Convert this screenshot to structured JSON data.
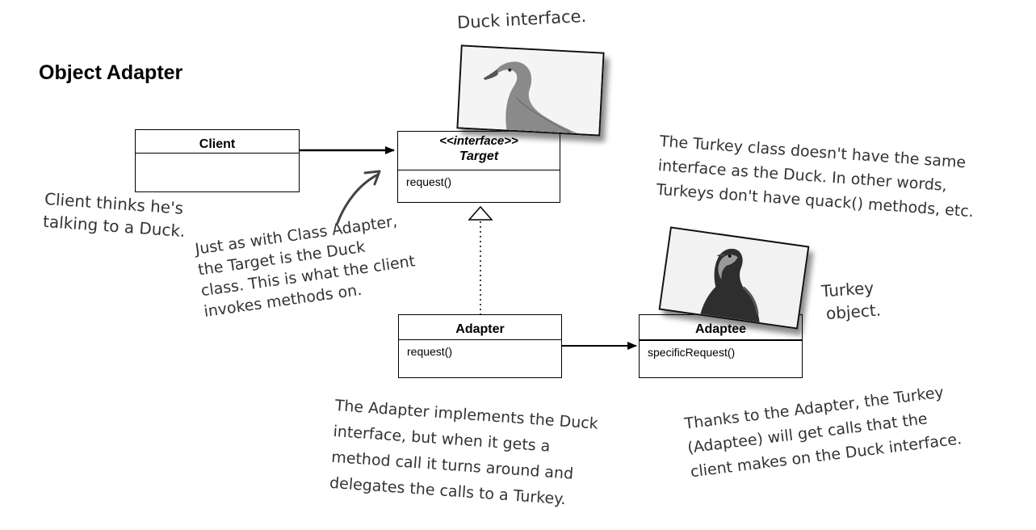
{
  "title": "Object Adapter",
  "classes": {
    "client": {
      "name": "Client"
    },
    "target": {
      "stereotype": "<<interface>>",
      "name": "Target",
      "method": "request()"
    },
    "adapter": {
      "name": "Adapter",
      "method": "request()"
    },
    "adaptee": {
      "name": "Adaptee",
      "method": "specificRequest()"
    }
  },
  "notes": {
    "duck_interface": [
      "Duck interface."
    ],
    "client_thinks": [
      "Client thinks he's",
      "talking to a Duck."
    ],
    "class_adapter": [
      "Just as with Class Adapter,",
      "the Target is the Duck",
      "class. This is what the client",
      "invokes methods on."
    ],
    "turkey_class": [
      "The Turkey class doesn't have the same",
      "interface as the Duck. In other words,",
      "Turkeys don't have quack() methods, etc."
    ],
    "turkey_object": [
      "Turkey",
      "object."
    ],
    "adapter_implements": [
      "The Adapter implements the Duck",
      "interface, but when it gets a",
      "method call it turns around and",
      "delegates the calls to a Turkey."
    ],
    "thanks_adapter": [
      "Thanks to the Adapter, the Turkey",
      "(Adaptee) will get calls that the",
      "client makes on the Duck interface."
    ]
  },
  "images": {
    "duck": "duck-photo",
    "turkey": "turkey-photo"
  }
}
